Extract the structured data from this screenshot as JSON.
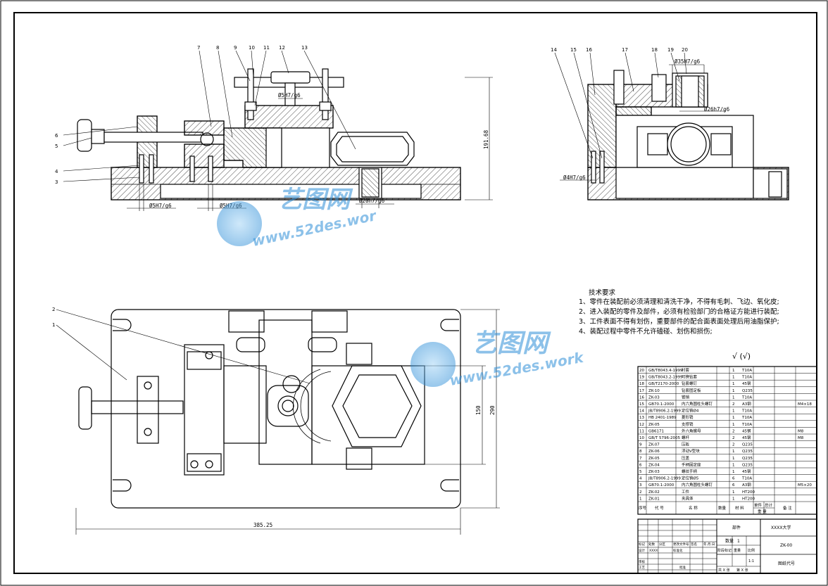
{
  "tech": {
    "title": "技术要求",
    "items": [
      "1、零件在装配前必须清理和清洗干净，不得有毛刺、飞边、氧化皮;",
      "2、进入装配的零件及部件，必须有检验部门的合格证方能进行装配;",
      "3、工件表面不得有划伤，重要部件的配合面表面处理后用油脂保护;",
      "4、装配过程中零件不允许磕碰、划伤和损伤;"
    ]
  },
  "roughness": "√ (√)",
  "dims": {
    "front_fit_a": "Ø5H7/g6",
    "front_fit_b": "Ø5H7/g6",
    "front_fit_c": "Ø5H7/g6",
    "front_fit_d": "Ø20h7/g6",
    "front_height": "191.68",
    "side_fit_a": "Ø35H7/g6",
    "side_fit_b": "Ø26h7/g6",
    "side_fit_c": "Ø4H7/g6",
    "top_width": "385.25",
    "top_h1": "150",
    "top_h2": "290"
  },
  "callouts_front": [
    "6",
    "5",
    "4",
    "3",
    "7",
    "8",
    "9",
    "10",
    "11",
    "12",
    "13"
  ],
  "callouts_side": [
    "14",
    "15",
    "16",
    "17",
    "18",
    "19",
    "20"
  ],
  "callouts_top": [
    "2",
    "1"
  ],
  "bom": [
    {
      "no": "20",
      "code": "GB/T8043.4-1999",
      "name": "衬套",
      "qty": "1",
      "mat": "T10A",
      "note": ""
    },
    {
      "no": "19",
      "code": "GB/T8043.2-1999",
      "name": "可换钻套",
      "qty": "1",
      "mat": "T10A",
      "note": ""
    },
    {
      "no": "18",
      "code": "GB/T2170-2000",
      "name": "钻套螺钉",
      "qty": "1",
      "mat": "45钢",
      "note": ""
    },
    {
      "no": "17",
      "code": "ZK-10",
      "name": "钻套固定板",
      "qty": "1",
      "mat": "Q235",
      "note": ""
    },
    {
      "no": "16",
      "code": "ZK-03",
      "name": "锥销",
      "qty": "1",
      "mat": "T10A",
      "note": ""
    },
    {
      "no": "15",
      "code": "GB70.1-2000",
      "name": "内六角圆柱头螺钉",
      "qty": "2",
      "mat": "A3钢",
      "note": "M4×18"
    },
    {
      "no": "14",
      "code": "JB/T8906.2-1999",
      "name": "定位销Ø4",
      "qty": "1",
      "mat": "T10A",
      "note": ""
    },
    {
      "no": "13",
      "code": "HB 2401-1989",
      "name": "菱形销",
      "qty": "1",
      "mat": "T10A",
      "note": ""
    },
    {
      "no": "12",
      "code": "ZK-05",
      "name": "支撑销",
      "qty": "1",
      "mat": "T10A",
      "note": ""
    },
    {
      "no": "11",
      "code": "GB6171",
      "name": "外六角螺母",
      "qty": "2",
      "mat": "45钢",
      "note": "M8"
    },
    {
      "no": "10",
      "code": "GB/T 5796-2005",
      "name": "螺杆",
      "qty": "2",
      "mat": "45钢",
      "note": "M8"
    },
    {
      "no": "9",
      "code": "ZK-07",
      "name": "压板",
      "qty": "2",
      "mat": "Q235",
      "note": ""
    },
    {
      "no": "8",
      "code": "ZK-06",
      "name": "浮动V型块",
      "qty": "1",
      "mat": "Q235",
      "note": ""
    },
    {
      "no": "7",
      "code": "ZK-05",
      "name": "压盖",
      "qty": "1",
      "mat": "Q235",
      "note": ""
    },
    {
      "no": "6",
      "code": "ZK-04",
      "name": "手柄固定座",
      "qty": "1",
      "mat": "Q235",
      "note": ""
    },
    {
      "no": "5",
      "code": "ZK-03",
      "name": "螺纹手柄",
      "qty": "1",
      "mat": "45钢",
      "note": ""
    },
    {
      "no": "4",
      "code": "JB/T8906.2-1999",
      "name": "定位销Ø5",
      "qty": "6",
      "mat": "T10A",
      "note": ""
    },
    {
      "no": "3",
      "code": "GB70.1-2000",
      "name": "内六角圆柱头螺钉",
      "qty": "6",
      "mat": "A3钢",
      "note": "M5×20"
    },
    {
      "no": "2",
      "code": "ZK-02",
      "name": "工件",
      "qty": "1",
      "mat": "HT200",
      "note": ""
    },
    {
      "no": "1",
      "code": "ZK-01",
      "name": "夹具体",
      "qty": "1",
      "mat": "HT200",
      "note": ""
    }
  ],
  "bom_header": {
    "no": "序号",
    "code": "代  号",
    "name": "名  称",
    "qty": "数量",
    "mat": "材  料",
    "w1": "单件",
    "w2": "总计",
    "w3": "重  量",
    "note": "备  注"
  },
  "title_block": {
    "part": "部件",
    "school": "XXXX大学",
    "drawing_no": "ZK-00",
    "qty_label": "数量",
    "qty_val": "1",
    "stage": "阶段标记",
    "weight": "重量",
    "scale": "比例",
    "scale_val": "1:1",
    "sheet_total": "共 X 张",
    "sheet_no": "第 X 张",
    "drawing_code": "图纸代号",
    "rows": [
      "标记",
      "处数",
      "分区",
      "更改文件号",
      "签名",
      "年.月.日"
    ],
    "design": "设计",
    "standard": "标准化",
    "review": "审核",
    "process": "工艺",
    "approve": "批准",
    "designer": "XXXX"
  },
  "watermark": {
    "brand": "艺图网",
    "url": "www.52des.work",
    "url_short": "www.52des.wor"
  }
}
